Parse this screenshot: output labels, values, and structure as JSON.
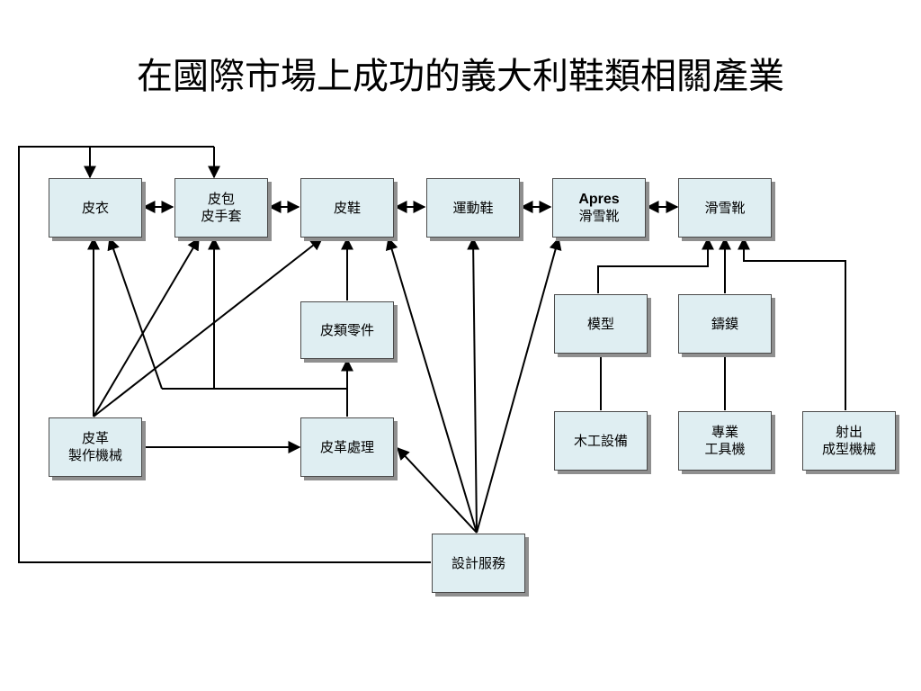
{
  "title": "在國際市場上成功的義大利鞋類相關產業",
  "nodes": {
    "leather_clothing": {
      "lines": [
        "皮衣"
      ]
    },
    "bags_gloves": {
      "lines": [
        "皮包",
        "皮手套"
      ]
    },
    "leather_shoes": {
      "lines": [
        "皮鞋"
      ]
    },
    "sports_shoes": {
      "lines": [
        "運動鞋"
      ]
    },
    "apres_ski": {
      "lines": [
        "Apres",
        "滑雪靴"
      ]
    },
    "ski_boots": {
      "lines": [
        "滑雪靴"
      ]
    },
    "leather_parts": {
      "lines": [
        "皮類零件"
      ]
    },
    "mold": {
      "lines": [
        "模型"
      ]
    },
    "casting": {
      "lines": [
        "鑄鏌"
      ]
    },
    "leather_machinery": {
      "lines": [
        "皮革",
        "製作機械"
      ]
    },
    "leather_processing": {
      "lines": [
        "皮革處理"
      ]
    },
    "woodworking": {
      "lines": [
        "木工設備"
      ]
    },
    "special_tools": {
      "lines": [
        "專業",
        "工具機"
      ]
    },
    "injection_molding": {
      "lines": [
        "射出",
        "成型機械"
      ]
    },
    "design_services": {
      "lines": [
        "設計服務"
      ]
    }
  },
  "colors": {
    "box_fill": "#dfeef2",
    "box_border": "#4a4a4a",
    "shadow": "#8f8f8f",
    "line": "#000000"
  }
}
